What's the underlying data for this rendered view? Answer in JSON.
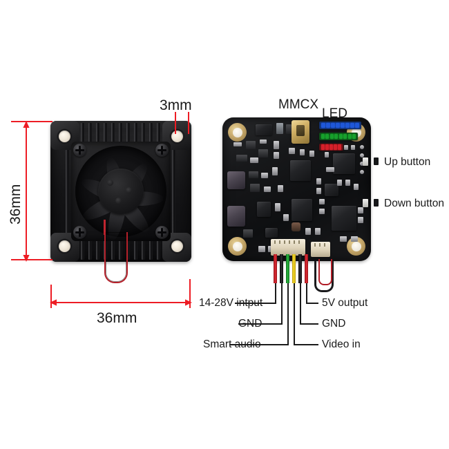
{
  "diagram": {
    "title": "FPV VTX heatsink and board dimension diagram",
    "accent_color": "#ed1c24",
    "text_color": "#1a1a1a"
  },
  "dimensions": {
    "height_label": "36mm",
    "width_label": "36mm",
    "hole_label": "3mm"
  },
  "board_labels": {
    "mmcx": "MMCX",
    "led": "LED",
    "up_button": "Up button",
    "down_button": "Down button"
  },
  "wire_labels": {
    "left": [
      {
        "name": "14-28V intput",
        "wire": "red"
      },
      {
        "name": "GND",
        "wire": "black"
      },
      {
        "name": "Smart audio",
        "wire": "green"
      }
    ],
    "right": [
      {
        "name": "5V output",
        "wire": "red"
      },
      {
        "name": "GND",
        "wire": "black"
      },
      {
        "name": "Video in",
        "wire": "yellow"
      }
    ]
  },
  "wires": [
    {
      "index": 1,
      "color": "#e02b34",
      "name": "red",
      "label": "14-28V intput"
    },
    {
      "index": 2,
      "color": "#303033",
      "name": "black",
      "label": "GND"
    },
    {
      "index": 3,
      "color": "#2ab93f",
      "name": "green",
      "label": "Smart audio"
    },
    {
      "index": 4,
      "color": "#f5dc2a",
      "name": "yellow",
      "label": "Video in"
    },
    {
      "index": 5,
      "color": "#303033",
      "name": "black",
      "label": "GND"
    },
    {
      "index": 6,
      "color": "#e02b34",
      "name": "red",
      "label": "5V output"
    }
  ],
  "led_arrays": [
    {
      "name": "blue-led-bar",
      "color": "#1f57d8",
      "segments": 8
    },
    {
      "name": "green-led-bar",
      "color": "#17a02c",
      "segments": 8
    },
    {
      "name": "red-led-bar",
      "color": "#d4202a",
      "segments": 5
    }
  ]
}
